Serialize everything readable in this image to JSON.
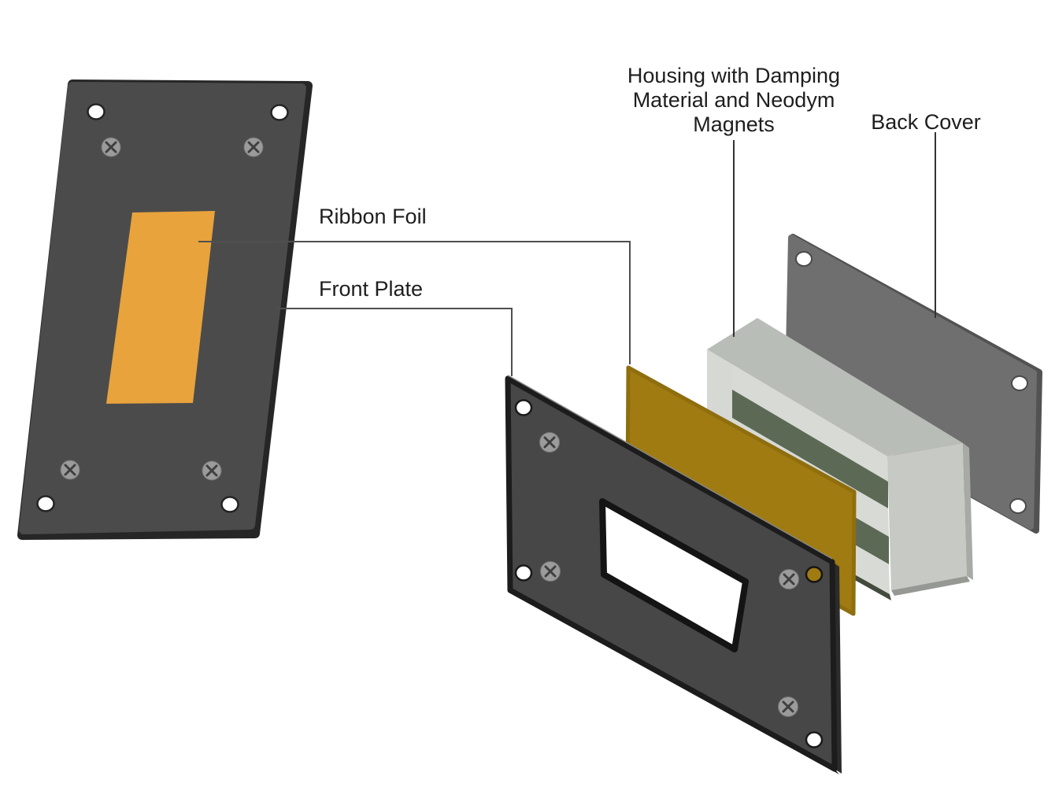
{
  "diagram": {
    "labels": {
      "ribbon_foil": "Ribbon Foil",
      "front_plate": "Front Plate",
      "housing_line1": "Housing with Damping",
      "housing_line2": "Material and Neodym",
      "housing_line3": "Magnets",
      "back_cover": "Back Cover"
    },
    "colors": {
      "plate_dark": "#4B4B4B",
      "plate_edge": "#262626",
      "ribbon_orange": "#E8A33D",
      "front_plate_dark": "#474747",
      "front_plate_side": "#2B2B2B",
      "ribbon_foil_gold": "#A07B11",
      "housing_top": "#B9BDB8",
      "housing_light": "#D8DAD5",
      "housing_side": "#D6D8D3",
      "housing_cap": "#C7C9C4",
      "housing_cap_side": "#A8AAA5",
      "housing_bottom": "#424B3C",
      "magnet_green": "#5C6A55",
      "back_cover_gray": "#6F6F6F",
      "back_cover_edge": "#525252",
      "screw_gray": "#9B9B9B",
      "leader_line": "#4F4F4F"
    }
  }
}
